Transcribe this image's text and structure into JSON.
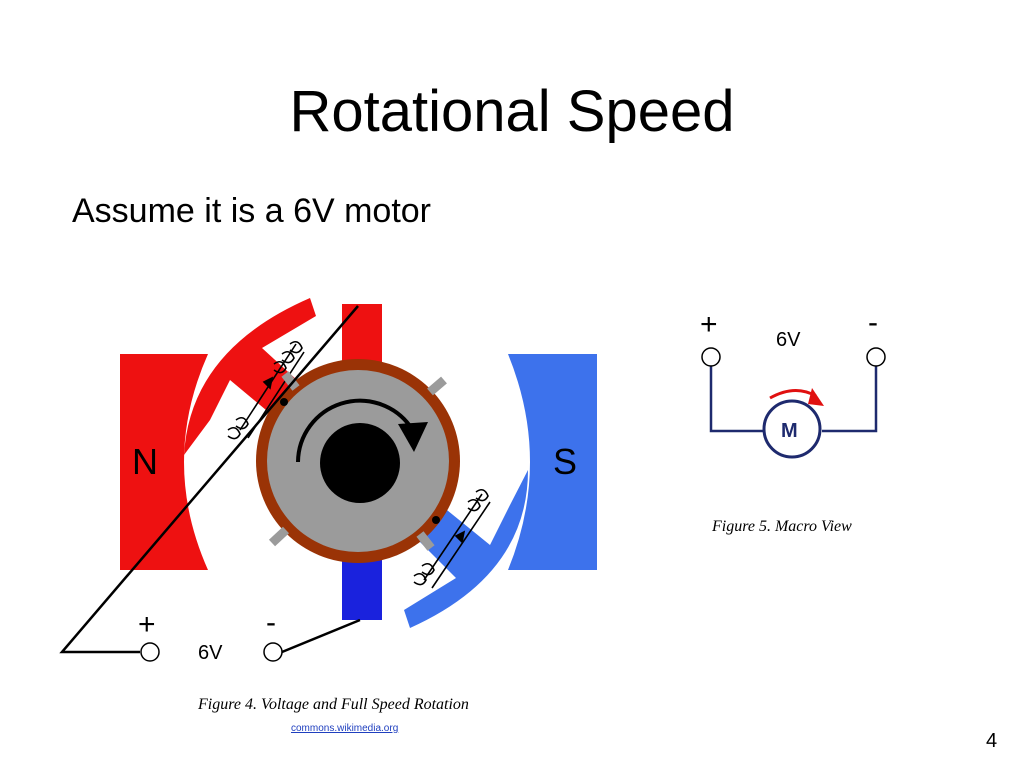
{
  "slide": {
    "title": "Rotational Speed",
    "bullet": "Assume it is a 6V motor",
    "page_number": "4",
    "source_link": "commons.wikimedia.org"
  },
  "figure4": {
    "caption": "Figure 4. Voltage and Full Speed Rotation",
    "north_label": "N",
    "south_label": "S",
    "plus_label": "+",
    "minus_label": "-",
    "voltage_label": "6V",
    "colors": {
      "north": "#ee1111",
      "south": "#3d72ec",
      "rotor": "#9b9b9b",
      "commutator": "#9a3306",
      "shaft": "#000000"
    }
  },
  "figure5": {
    "caption": "Figure 5. Macro View",
    "plus_label": "+",
    "minus_label": "-",
    "voltage_label": "6V",
    "motor_label": "M",
    "colors": {
      "wire": "#1e2a6e",
      "arrow": "#e01010"
    }
  }
}
